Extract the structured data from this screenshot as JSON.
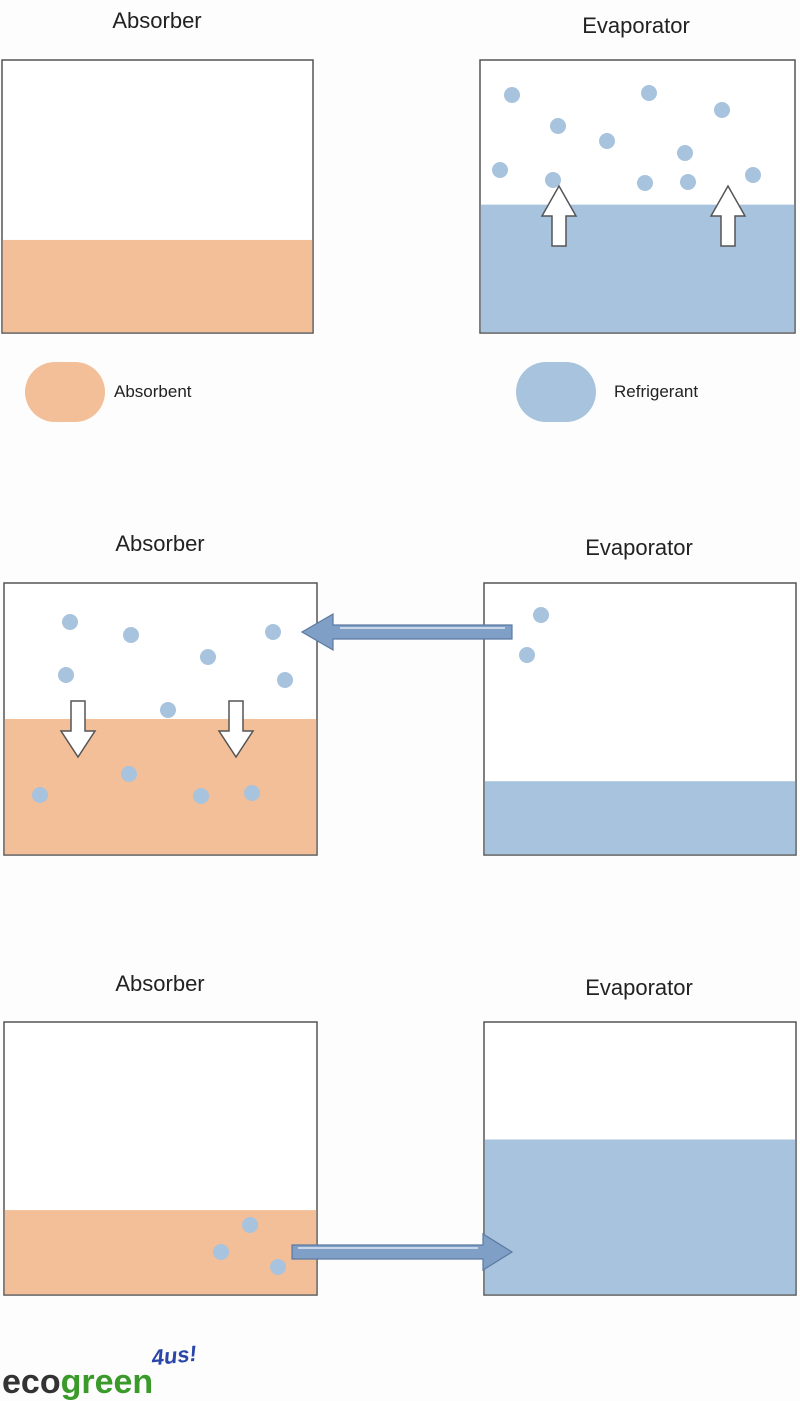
{
  "colors": {
    "absorbent": "#f2bf98",
    "refrigerant": "#a8c3dd",
    "box_border": "#555555",
    "flow_arrow": "#7f9fc6",
    "logo_dark": "#333333",
    "logo_green": "#3a9a2a",
    "logo_blue": "#2a47a8"
  },
  "panels": [
    {
      "stage": 1,
      "absorber_label": "Absorber",
      "evaporator_label": "Evaporator",
      "absorber_liquid_level": 0.34,
      "evaporator_liquid_level": 0.47
    },
    {
      "stage": 2,
      "absorber_label": "Absorber",
      "evaporator_label": "Evaporator",
      "absorber_liquid_level": 0.5,
      "evaporator_liquid_level": 0.27
    },
    {
      "stage": 3,
      "absorber_label": "Absorber",
      "evaporator_label": "Evaporator",
      "absorber_liquid_level": 0.31,
      "evaporator_liquid_level": 0.57
    }
  ],
  "legend": {
    "absorbent": "Absorbent",
    "refrigerant": "Refrigerant"
  },
  "logo": {
    "part1": "eco",
    "part2": "green",
    "part3": "4us!"
  }
}
